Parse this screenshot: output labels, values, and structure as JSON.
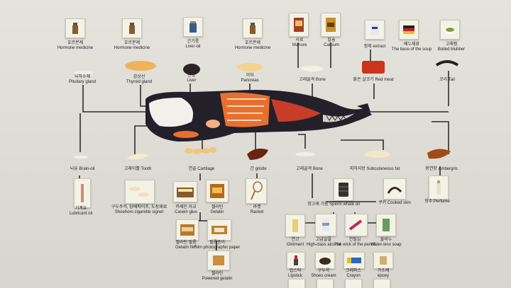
{
  "labels": {
    "hormone1": "호르몬제",
    "hormone1_en": "Hormone medicine",
    "hormone2": "호르몬제",
    "hormone2_en": "Hormone medicine",
    "liveroil": "간기름",
    "liveroil_en": "Liver-oil",
    "hormone3": "호르몬제",
    "hormone3_en": "Hormone medicine",
    "manure": "사료",
    "manure_en": "Manure",
    "calcium": "칼슘",
    "calcium_en": "Calcium",
    "extract": "정제 extract",
    "soupbase": "베누제료",
    "soupbase_en": "The base of the soup",
    "blubber": "고래찜",
    "blubber_en": "Boiled blubber",
    "pituitary": "뇌하수체",
    "pituitary_en": "Pituitary gland",
    "thyroid": "갑상선",
    "thyroid_en": "Thyroid gland",
    "liver": "간장",
    "liver_en": "Liver",
    "pancreas": "이자",
    "pancreas_en": "Pancreas",
    "bone1": "고래골격 Bone",
    "redmeat": "붉은 살코기 Red meat",
    "tail": "꼬리 Tail",
    "brainoil": "뇌유 Brain-oil",
    "tooth": "고래이빨 Tooth",
    "cartilage": "연골 Cartilage",
    "gristle": "간 gristle",
    "bone2": "고래골격 Bone",
    "subfat": "피하지방 Subcutaneous fat",
    "ambergris": "용연향 Ambergris",
    "lubricant": "기계유",
    "lubricant_en": "Lubricant oil",
    "shoehorn": "구두주걱, 담배파이프, 도장재료",
    "shoehorn_en": "Shoehorn cigarette  signet",
    "casein": "카제인 아교",
    "casein_en": "Casein glue",
    "gelatin": "젤라틴",
    "gelatin_en": "Gelatin",
    "racket_ko": "라켓",
    "racket_en": "Racket",
    "spermoil": "향고래 기름 Sperm whale oil",
    "cookedskin": "쿠키 Cooked skin",
    "perfume": "향수 Perfume",
    "gelfilm": "젤라틴 필름",
    "gelfilm_en": "Gelatin film",
    "photopaper": "필름종이",
    "photopaper_en": "Film photographic paper",
    "powgel": "젤라틴",
    "powgel_en": "Powered gelatin",
    "ointment": "연고",
    "ointment_en": "Ointment",
    "alcohol": "고급알콜",
    "alcohol_en": "High-class alcohol",
    "wick": "연필심",
    "wick_en": "The wick of the pencil",
    "soap": "물비누",
    "soap_en": "Water-less soap",
    "lipstick": "립스틱",
    "lipstick_en": "Lipstick",
    "shoecream": "구두약",
    "shoecream_en": "Shoes cream",
    "crayon": "크레파스",
    "crayon_en": "Crayon",
    "epoxy": "가소제",
    "epoxy_en": "epoxy"
  },
  "colors": {
    "whale_body": "#23202a",
    "whale_organ": "#e8702e",
    "connector": "#2a2a2a",
    "card_bg": "#f3f2e6"
  }
}
